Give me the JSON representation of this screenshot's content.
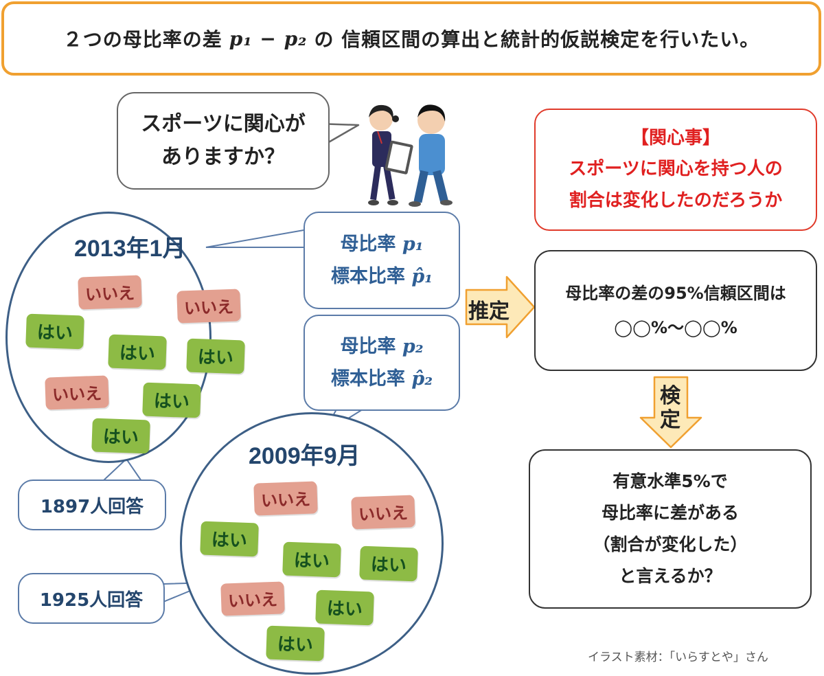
{
  "header": {
    "title_prefix": "２つの母比率の差",
    "title_math": "p₁ − p₂",
    "title_suffix": "の 信頼区間の算出と統計的仮説検定を行いたい。"
  },
  "speech": {
    "line1": "スポーツに関心が",
    "line2": "ありますか？"
  },
  "survey1": {
    "year": "2013年1月",
    "pop_label": "母比率",
    "pop_symbol": "p₁",
    "sample_label": "標本比率",
    "sample_symbol": "p̂₁",
    "respondents": "1897人回答"
  },
  "survey2": {
    "year": "2009年9月",
    "pop_label": "母比率",
    "pop_symbol": "p₂",
    "sample_label": "標本比率",
    "sample_symbol": "p̂₂",
    "respondents": "1925人回答"
  },
  "answers": {
    "yes": "はい",
    "no": "いいえ"
  },
  "interest": {
    "heading": "【関心事】",
    "line1": "スポーツに関心を持つ人の",
    "line2": "割合は変化したのだろうか"
  },
  "arrows": {
    "estimate": "推定",
    "test_1": "検",
    "test_2": "定"
  },
  "interval_box": {
    "line1": "母比率の差の95%信頼区間は",
    "line2": "◯◯%～◯◯%"
  },
  "test_box": {
    "line1": "有意水準5%で",
    "line2": "母比率に差がある",
    "line3": "（割合が変化した）",
    "line4": "と言えるか？"
  },
  "credit": "イラスト素材：「いらすとや」さん",
  "colors": {
    "title_border": "#f0a030",
    "blue": "#2f5f95",
    "red": "#e02020",
    "yes_chip": "#8dbb45",
    "no_chip": "#e3a090",
    "arrow_fill": "#fde9b8",
    "arrow_border": "#f0a030"
  },
  "icons": [
    "people-illustration",
    "arrow-right-icon",
    "arrow-down-icon"
  ]
}
